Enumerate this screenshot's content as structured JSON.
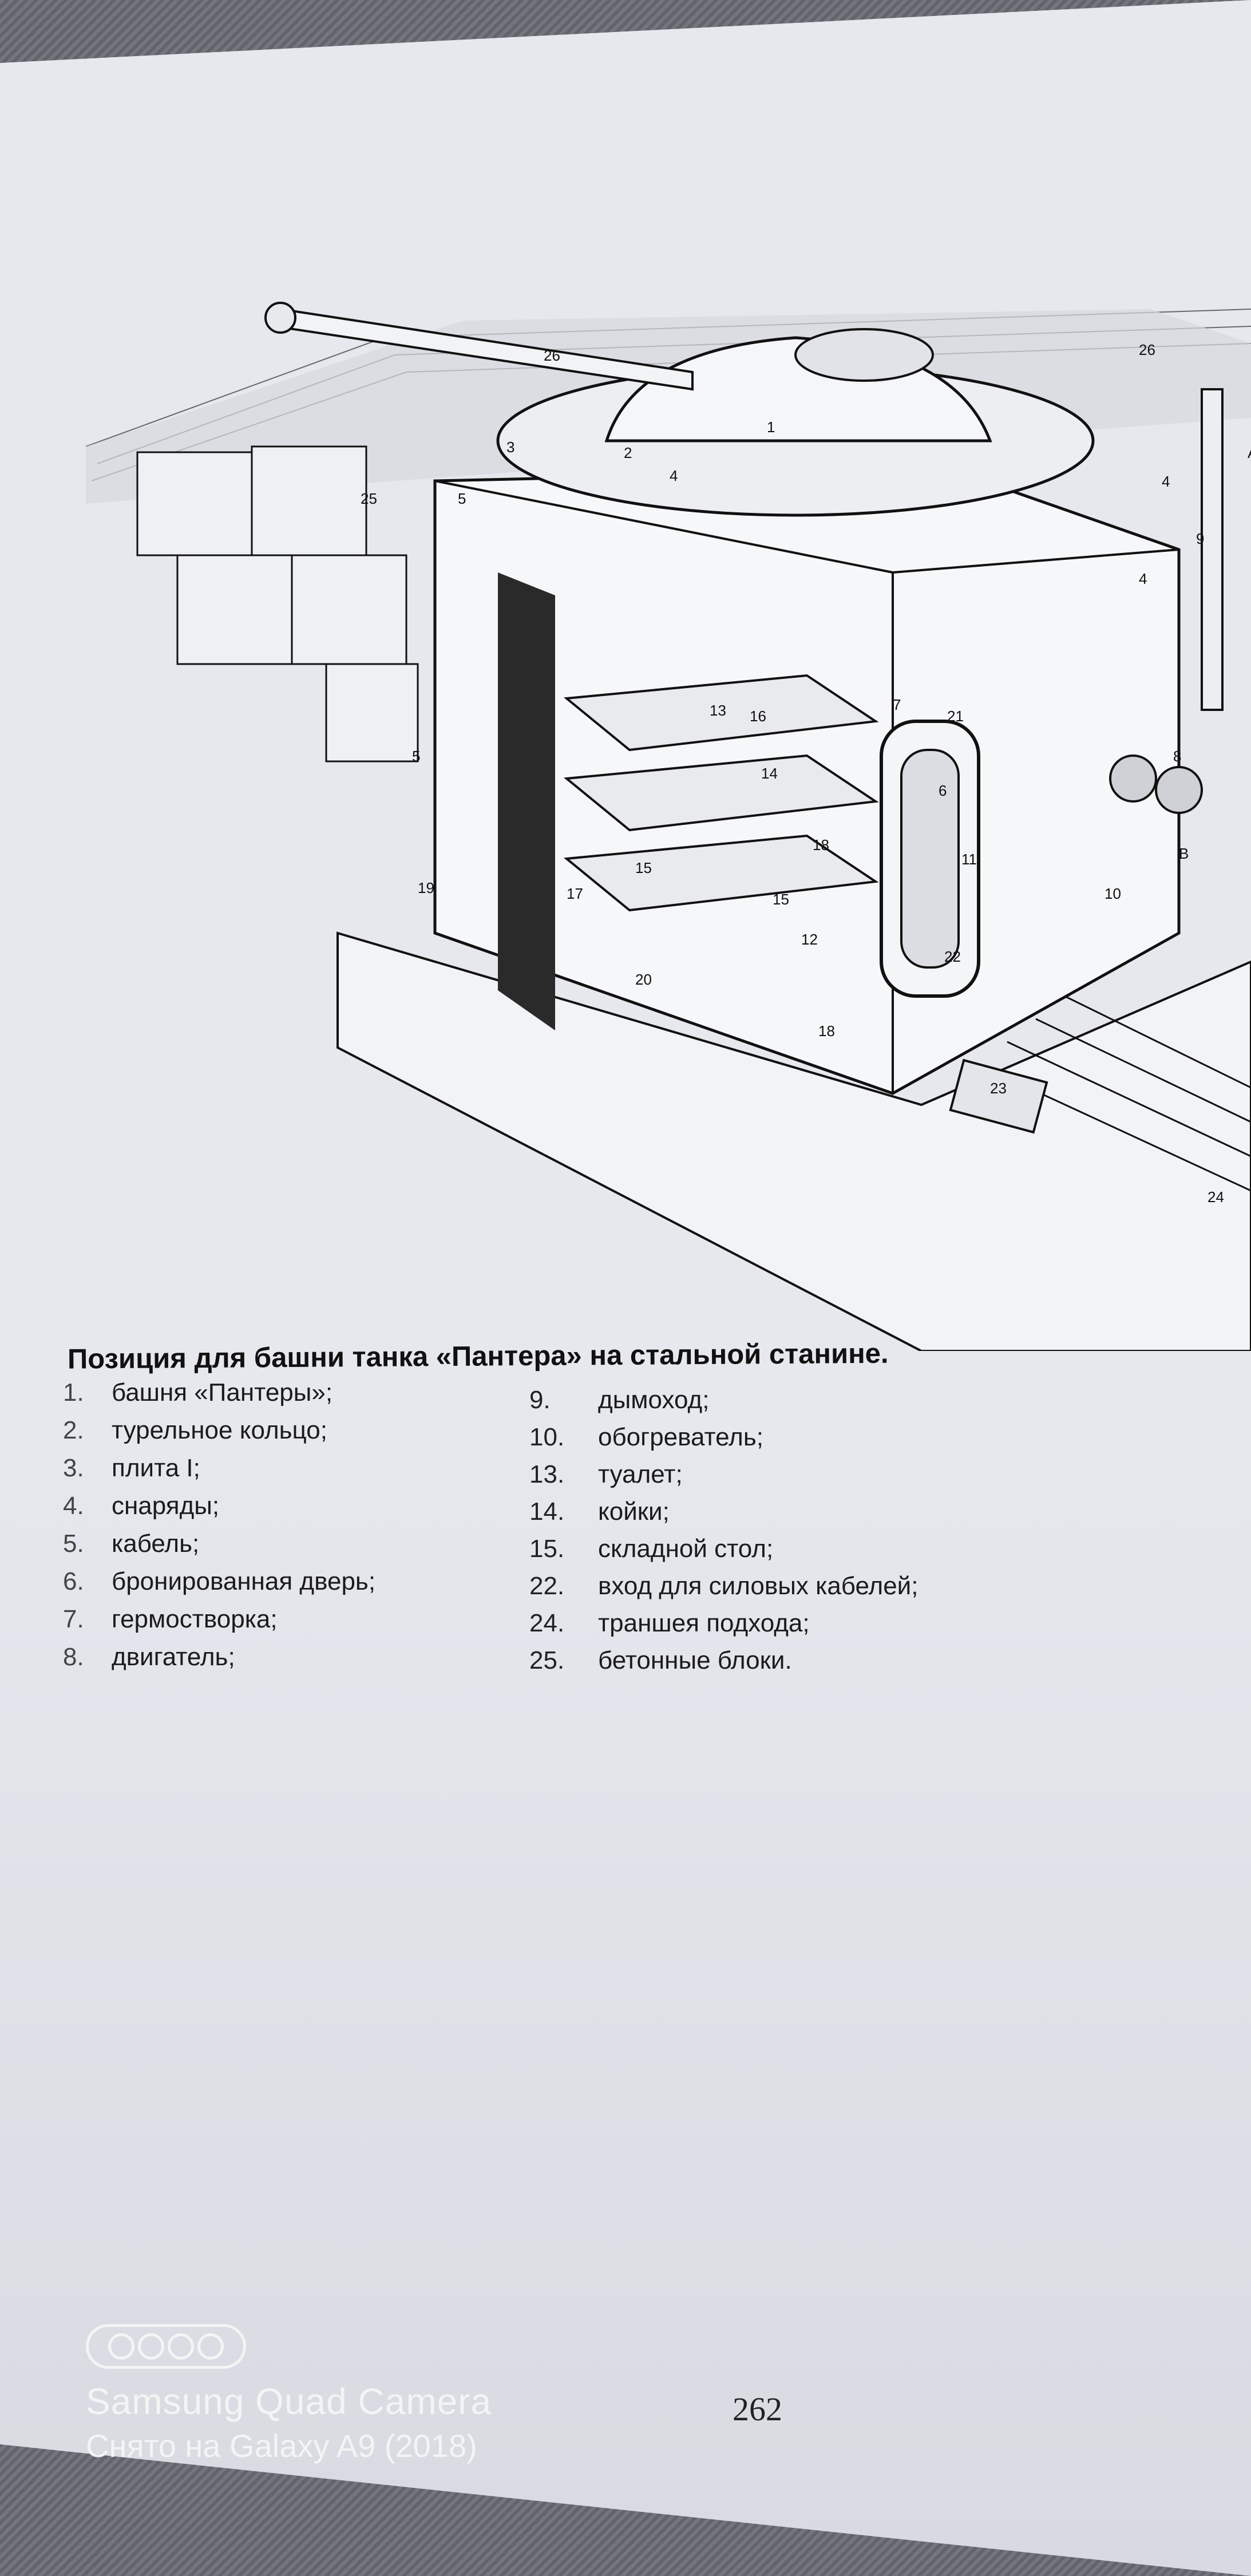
{
  "caption": "Позиция для башни танка «Пантера» на стальной станине.",
  "legend_left": [
    {
      "num": "1.",
      "text": "башня «Пантеры»;"
    },
    {
      "num": "2.",
      "text": "турельное кольцо;"
    },
    {
      "num": "3.",
      "text": "плита I;"
    },
    {
      "num": "4.",
      "text": "снаряды;"
    },
    {
      "num": "5.",
      "text": "кабель;"
    },
    {
      "num": "6.",
      "text": "бронированная дверь;"
    },
    {
      "num": "7.",
      "text": "гермостворка;"
    },
    {
      "num": "8.",
      "text": "двигатель;"
    }
  ],
  "legend_right": [
    {
      "num": "9.",
      "text": "дымоход;"
    },
    {
      "num": "10.",
      "text": "обогреватель;"
    },
    {
      "num": "13.",
      "text": "туалет;"
    },
    {
      "num": "14.",
      "text": "койки;"
    },
    {
      "num": "15.",
      "text": "складной стол;"
    },
    {
      "num": "22.",
      "text": "вход для силовых кабелей;"
    },
    {
      "num": "24.",
      "text": "траншея подхода;"
    },
    {
      "num": "25.",
      "text": "бетонные блоки."
    }
  ],
  "diagram_labels": [
    "1",
    "2",
    "3",
    "4",
    "4",
    "4",
    "5",
    "5",
    "6",
    "7",
    "8",
    "9",
    "10",
    "11",
    "12",
    "13",
    "14",
    "15",
    "15",
    "16",
    "17",
    "18",
    "18",
    "19",
    "20",
    "21",
    "22",
    "23",
    "24",
    "25",
    "26",
    "26",
    "A",
    "B"
  ],
  "page_number": "262",
  "watermark": {
    "line1": "Samsung Quad Camera",
    "line2": "Снято на Galaxy A9 (2018)"
  }
}
